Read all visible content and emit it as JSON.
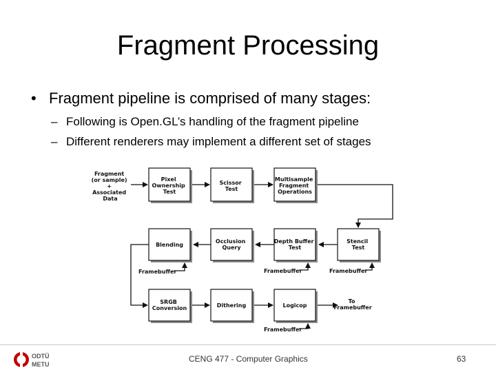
{
  "slide": {
    "title": "Fragment Processing",
    "bullet": "Fragment pipeline is comprised of many stages:",
    "subbullets": [
      "Following is Open.GL’s handling of the fragment pipeline",
      "Different renderers may implement a different set of stages"
    ],
    "footer": "CENG 477 - Computer Graphics",
    "page_number": "63",
    "logo_text": [
      "ODTÜ",
      "METU"
    ]
  },
  "diagram": {
    "input_label": [
      "Fragment",
      "(or sample)",
      "+",
      "Associated",
      "Data"
    ],
    "stages": {
      "pixel_ownership": [
        "Pixel",
        "Ownership",
        "Test"
      ],
      "scissor": [
        "Scissor",
        "Test"
      ],
      "multisample": [
        "Multisample",
        "Fragment",
        "Operations"
      ],
      "blending": [
        "Blending"
      ],
      "occlusion": [
        "Occlusion",
        "Query"
      ],
      "depth_buffer": [
        "Depth Buffer",
        "Test"
      ],
      "stencil": [
        "Stencil",
        "Test"
      ],
      "srgb": [
        "SRGB",
        "Conversion"
      ],
      "dithering": [
        "Dithering"
      ],
      "logicop": [
        "Logicop"
      ]
    },
    "framebuffer_label": "Framebuffer",
    "output_label": [
      "To",
      "Framebuffer"
    ]
  }
}
